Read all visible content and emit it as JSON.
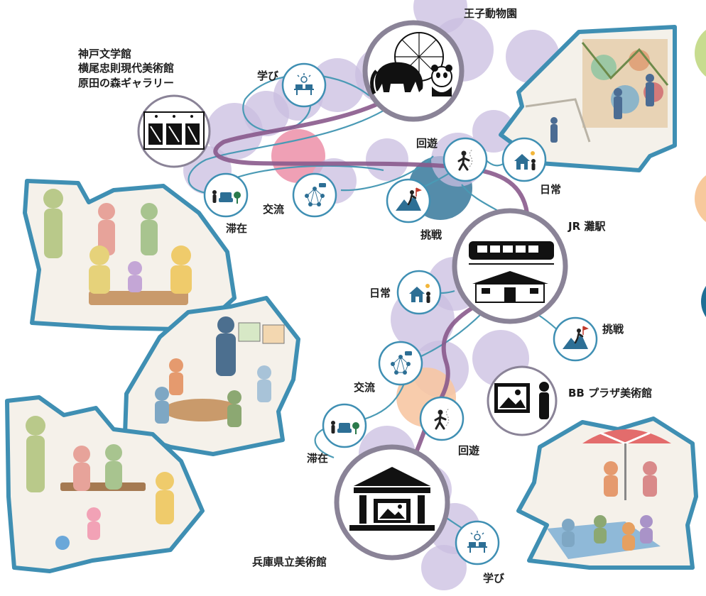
{
  "places": {
    "zoo": "王子動物園",
    "north_museums": "神戸文学館\n横尾忠則現代美術館\n原田の森ギャラリー",
    "station": "JR 灘駅",
    "bb_plaza": "BB プラザ美術館",
    "hyogo_museum": "兵庫県立美術館"
  },
  "activities": {
    "north": {
      "learning": "学び",
      "circulation": "回遊",
      "daily": "日常",
      "exchange": "交流",
      "stay": "滞在",
      "challenge": "挑戦"
    },
    "south": {
      "daily": "日常",
      "challenge": "挑戦",
      "exchange": "交流",
      "circulation": "回遊",
      "stay": "滞在",
      "learning": "学び"
    }
  },
  "colors": {
    "route": "#8a5a8c",
    "connector": "#4a9ab5",
    "blob_lavender": "#c9bde0",
    "blob_pink": "#ec8fa8",
    "blob_peach": "#f7c6a3",
    "blob_teal": "#4b86a5",
    "frame_blue": "#3f8fb3",
    "hub_ring": "#8a8397"
  },
  "icons": {
    "zoo": "zoo-ferris-wheel-elephant-panda-icon",
    "north_museums": "gallery-panels-icon",
    "station": "train-station-icon",
    "bb_plaza": "art-gallery-visitor-icon",
    "hyogo_museum": "museum-building-icon"
  }
}
